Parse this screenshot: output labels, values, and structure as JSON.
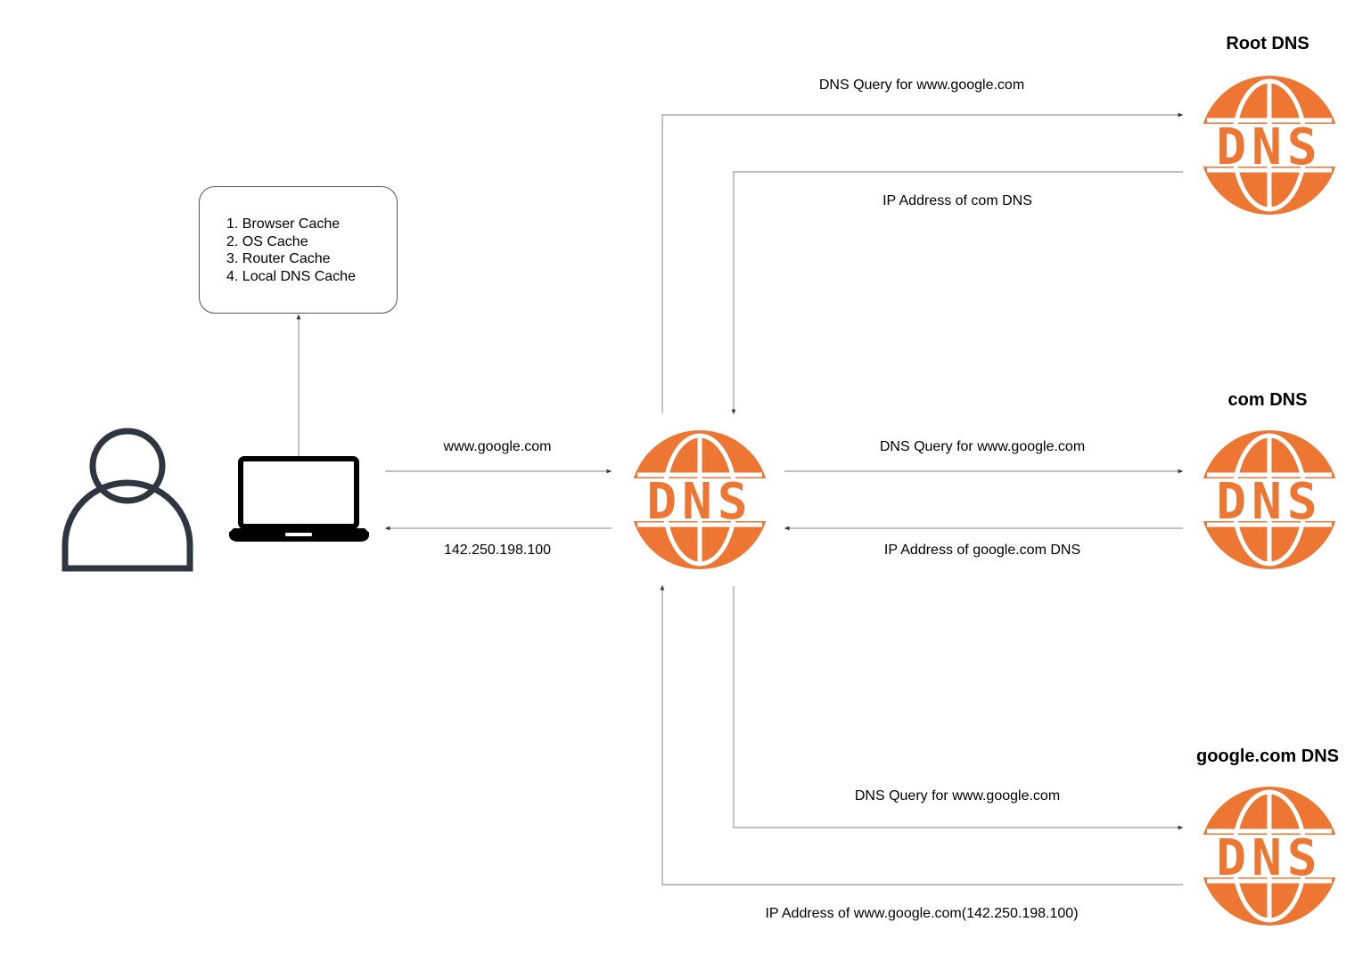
{
  "colors": {
    "dns_orange": "#ED7633",
    "line": "#888888",
    "person_stroke": "#2E3642"
  },
  "icons": {
    "person": "person-icon",
    "laptop": "laptop-icon",
    "dns": "dns-globe-icon"
  },
  "servers": {
    "root": {
      "title": "Root DNS"
    },
    "com": {
      "title": "com DNS"
    },
    "google": {
      "title": "google.com DNS"
    }
  },
  "local_resolver": {
    "icon_text": "DNS"
  },
  "server_icon_text": "DNS",
  "cache": {
    "items": [
      "1. Browser Cache",
      "2. OS Cache",
      "3. Router Cache",
      "4. Local DNS Cache"
    ]
  },
  "edges": {
    "client_query": "www.google.com",
    "client_response": "142.250.198.100",
    "root_query": "DNS Query for www.google.com",
    "root_response": "IP Address of com DNS",
    "com_query": "DNS Query for www.google.com",
    "com_response": "IP Address of google.com DNS",
    "google_query": "DNS Query for www.google.com",
    "google_response": "IP Address of www.google.com(142.250.198.100)"
  }
}
